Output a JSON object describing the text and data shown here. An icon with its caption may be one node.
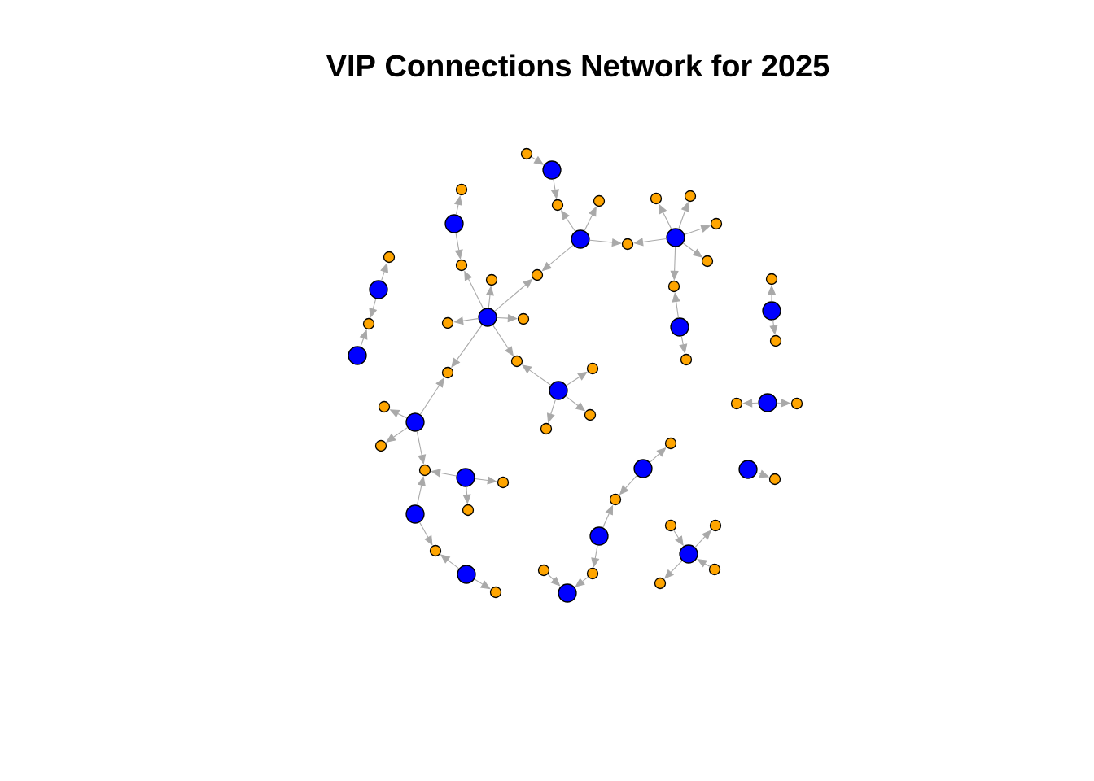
{
  "diagram": {
    "title": "VIP Connections Network for 2025",
    "nodes": [
      {
        "text": [],
        "shape": "circle"
      },
      {
        "text": [],
        "shape": "circle"
      },
      {
        "text": [],
        "shape": "circle"
      },
      {
        "text": [],
        "shape": "circle"
      },
      {
        "text": [],
        "shape": "circle"
      },
      {
        "text": [],
        "shape": "circle"
      },
      {
        "text": [],
        "shape": "circle"
      },
      {
        "text": [],
        "shape": "circle"
      },
      {
        "text": [],
        "shape": "circle"
      },
      {
        "text": [],
        "shape": "circle"
      },
      {
        "text": [],
        "shape": "circle"
      },
      {
        "text": [],
        "shape": "circle"
      },
      {
        "text": [],
        "shape": "circle"
      },
      {
        "text": [],
        "shape": "circle"
      },
      {
        "text": [],
        "shape": "circle"
      },
      {
        "text": [],
        "shape": "circle"
      },
      {
        "text": [],
        "shape": "circle"
      },
      {
        "text": [],
        "shape": "circle"
      },
      {
        "text": [],
        "shape": "circle"
      },
      {
        "text": [],
        "shape": "circle"
      },
      {
        "text": [],
        "shape": "circle"
      },
      {
        "text": [],
        "shape": "circle"
      },
      {
        "text": [],
        "shape": "circle"
      },
      {
        "text": [],
        "shape": "circle"
      },
      {
        "text": [],
        "shape": "circle"
      },
      {
        "text": [],
        "shape": "circle"
      },
      {
        "text": [],
        "shape": "circle"
      },
      {
        "text": [],
        "shape": "circle"
      },
      {
        "text": [],
        "shape": "circle"
      },
      {
        "text": [],
        "shape": "circle"
      },
      {
        "text": [],
        "shape": "circle"
      },
      {
        "text": [],
        "shape": "circle"
      },
      {
        "text": [],
        "shape": "circle"
      },
      {
        "text": [],
        "shape": "circle"
      },
      {
        "text": [],
        "shape": "circle"
      },
      {
        "text": [],
        "shape": "circle"
      },
      {
        "text": [],
        "shape": "circle"
      },
      {
        "text": [],
        "shape": "circle"
      },
      {
        "text": [],
        "shape": "circle"
      },
      {
        "text": [],
        "shape": "circle"
      },
      {
        "text": [],
        "shape": "circle"
      },
      {
        "text": [],
        "shape": "circle"
      },
      {
        "text": [],
        "shape": "circle"
      },
      {
        "text": [],
        "shape": "circle"
      },
      {
        "text": [],
        "shape": "circle"
      },
      {
        "text": [],
        "shape": "circle"
      },
      {
        "text": [],
        "shape": "circle"
      },
      {
        "text": [],
        "shape": "circle"
      },
      {
        "text": [],
        "shape": "circle"
      },
      {
        "text": [],
        "shape": "circle"
      },
      {
        "text": [],
        "shape": "circle"
      },
      {
        "text": [],
        "shape": "circle"
      },
      {
        "text": [],
        "shape": "circle"
      },
      {
        "text": [],
        "shape": "circle"
      },
      {
        "text": [],
        "shape": "circle"
      },
      {
        "text": [],
        "shape": "circle"
      },
      {
        "text": [],
        "shape": "circle"
      },
      {
        "text": [],
        "shape": "circle"
      },
      {
        "text": [],
        "shape": "circle"
      },
      {
        "text": [],
        "shape": "circle"
      },
      {
        "text": [],
        "shape": "circle"
      },
      {
        "text": [],
        "shape": "circle"
      },
      {
        "text": [],
        "shape": "circle"
      }
    ],
    "edges": [
      {
        "from": 0,
        "to": 1,
        "arrow": "to"
      },
      {
        "from": 1,
        "to": 2,
        "arrow": "to"
      },
      {
        "from": 3,
        "to": 2,
        "arrow": "to"
      },
      {
        "from": 3,
        "to": 4,
        "arrow": "to"
      },
      {
        "from": 3,
        "to": 5,
        "arrow": "to"
      },
      {
        "from": 6,
        "to": 5,
        "arrow": "to"
      },
      {
        "from": 6,
        "to": 7,
        "arrow": "to"
      },
      {
        "from": 6,
        "to": 8,
        "arrow": "to"
      },
      {
        "from": 6,
        "to": 9,
        "arrow": "to"
      },
      {
        "from": 6,
        "to": 10,
        "arrow": "to"
      },
      {
        "from": 6,
        "to": 11,
        "arrow": "to"
      },
      {
        "from": 12,
        "to": 11,
        "arrow": "to"
      },
      {
        "from": 12,
        "to": 13,
        "arrow": "to"
      },
      {
        "from": 3,
        "to": 14,
        "arrow": "to"
      },
      {
        "from": 15,
        "to": 14,
        "arrow": "to"
      },
      {
        "from": 15,
        "to": 16,
        "arrow": "to"
      },
      {
        "from": 15,
        "to": 17,
        "arrow": "to"
      },
      {
        "from": 15,
        "to": 18,
        "arrow": "to"
      },
      {
        "from": 15,
        "to": 19,
        "arrow": "to"
      },
      {
        "from": 20,
        "to": 19,
        "arrow": "to"
      },
      {
        "from": 20,
        "to": 21,
        "arrow": "to"
      },
      {
        "from": 15,
        "to": 22,
        "arrow": "to"
      },
      {
        "from": 23,
        "to": 22,
        "arrow": "to"
      },
      {
        "from": 23,
        "to": 24,
        "arrow": "to"
      },
      {
        "from": 23,
        "to": 25,
        "arrow": "to"
      },
      {
        "from": 23,
        "to": 26,
        "arrow": "to"
      },
      {
        "from": 15,
        "to": 27,
        "arrow": "to"
      },
      {
        "from": 28,
        "to": 27,
        "arrow": "to"
      },
      {
        "from": 28,
        "to": 29,
        "arrow": "to"
      },
      {
        "from": 28,
        "to": 30,
        "arrow": "to"
      },
      {
        "from": 28,
        "to": 31,
        "arrow": "to"
      },
      {
        "from": 32,
        "to": 31,
        "arrow": "to"
      },
      {
        "from": 32,
        "to": 33,
        "arrow": "to"
      },
      {
        "from": 32,
        "to": 34,
        "arrow": "to"
      },
      {
        "from": 35,
        "to": 31,
        "arrow": "to"
      },
      {
        "from": 35,
        "to": 36,
        "arrow": "to"
      },
      {
        "from": 37,
        "to": 36,
        "arrow": "to"
      },
      {
        "from": 37,
        "to": 38,
        "arrow": "to"
      },
      {
        "from": 40,
        "to": 39,
        "arrow": "to"
      },
      {
        "from": 40,
        "to": 41,
        "arrow": "to"
      },
      {
        "from": 42,
        "to": 41,
        "arrow": "to"
      },
      {
        "from": 44,
        "to": 43,
        "arrow": "to"
      },
      {
        "from": 44,
        "to": 45,
        "arrow": "to"
      },
      {
        "from": 47,
        "to": 46,
        "arrow": "to"
      },
      {
        "from": 47,
        "to": 48,
        "arrow": "to"
      },
      {
        "from": 49,
        "to": 50,
        "arrow": "to"
      },
      {
        "from": 52,
        "to": 51,
        "arrow": "to"
      },
      {
        "from": 52,
        "to": 53,
        "arrow": "to"
      },
      {
        "from": 54,
        "to": 53,
        "arrow": "to"
      },
      {
        "from": 54,
        "to": 55,
        "arrow": "to"
      },
      {
        "from": 55,
        "to": 56,
        "arrow": "to"
      },
      {
        "from": 57,
        "to": 56,
        "arrow": "to"
      },
      {
        "from": 59,
        "to": 58,
        "arrow": "to"
      },
      {
        "from": 58,
        "to": 60,
        "arrow": "to"
      },
      {
        "from": 61,
        "to": 58,
        "arrow": "to"
      },
      {
        "from": 58,
        "to": 62,
        "arrow": "to"
      }
    ]
  }
}
